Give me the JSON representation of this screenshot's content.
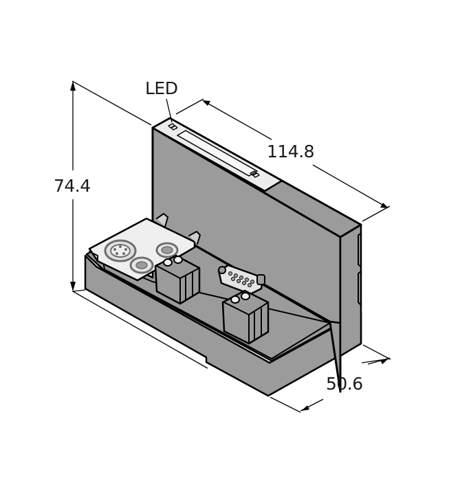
{
  "drawing": {
    "type": "isometric dimension drawing",
    "subject": "fieldbus gateway module on base with connectors",
    "colors": {
      "body": "#9b9b9b",
      "outline": "#000000",
      "label_panel": "#ececec",
      "background": "#ffffff"
    }
  },
  "callouts": {
    "led": "LED"
  },
  "dimensions": {
    "height": "74.4",
    "length": "114.8",
    "depth": "50.6"
  }
}
